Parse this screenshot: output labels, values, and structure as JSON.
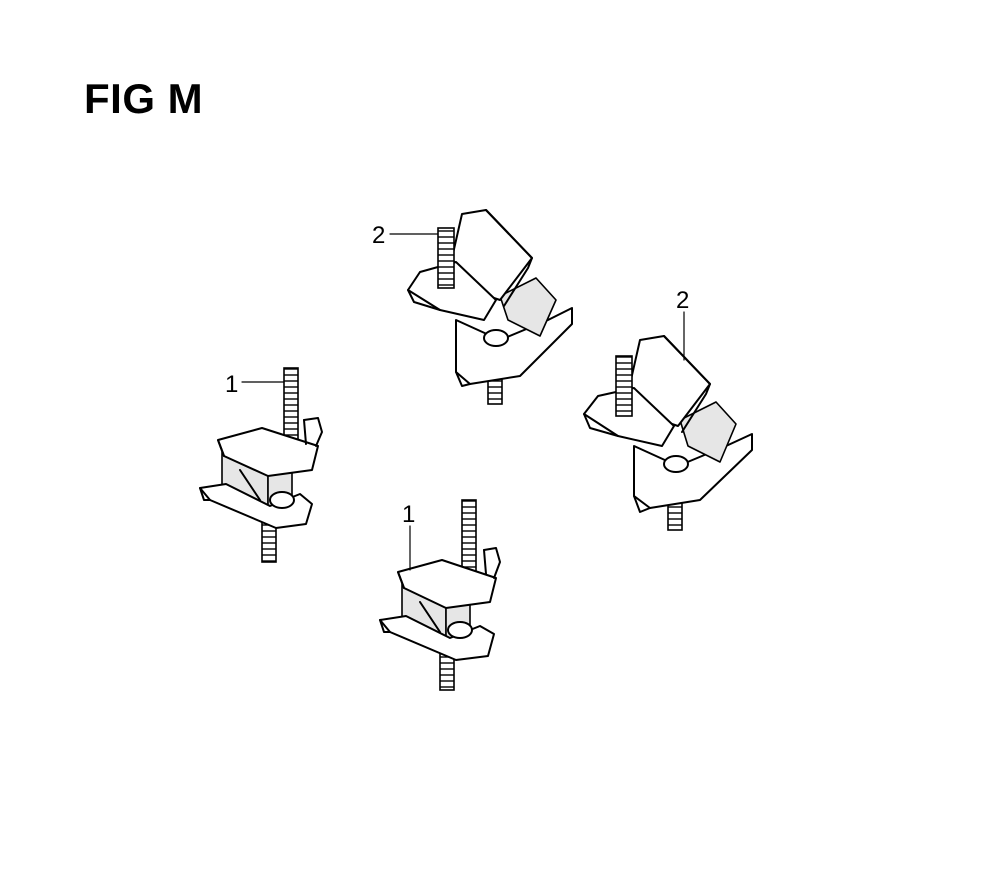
{
  "figure": {
    "title": "FIG M"
  },
  "callouts": [
    {
      "id": "mount-left",
      "label": "1"
    },
    {
      "id": "mount-bottom",
      "label": "1"
    },
    {
      "id": "mount-top",
      "label": "2"
    },
    {
      "id": "mount-right",
      "label": "2"
    }
  ],
  "colors": {
    "ink": "#000000",
    "background": "#ffffff",
    "rubber": "#e6e6e6"
  }
}
